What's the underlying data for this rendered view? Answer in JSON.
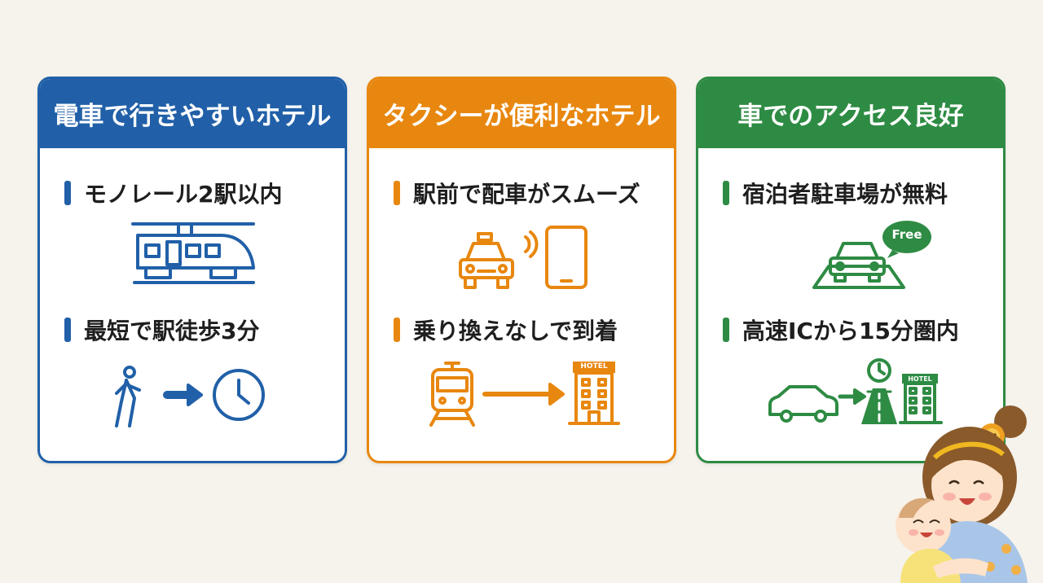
{
  "colors": {
    "blue": "#2160a8",
    "orange": "#e8870f",
    "green": "#2e8b43",
    "text": "#1e1e1e",
    "background": "#f6f3ec"
  },
  "cards": [
    {
      "title": "電車で行きやすいホテル",
      "items": [
        {
          "label": "モノレール2駅以内",
          "icon": "monorail-icon"
        },
        {
          "label": "最短で駅徒歩3分",
          "icon": "walk-to-clock-icon"
        }
      ]
    },
    {
      "title": "タクシーが便利なホテル",
      "items": [
        {
          "label": "駅前で配車がスムーズ",
          "icon": "taxi-smartphone-icon"
        },
        {
          "label": "乗り換えなしで到着",
          "icon": "train-to-hotel-icon"
        }
      ]
    },
    {
      "title": "車でのアクセス良好",
      "items": [
        {
          "label": "宿泊者駐車場が無料",
          "icon": "free-parking-icon",
          "badge": "Free"
        },
        {
          "label": "高速ICから15分圏内",
          "icon": "car-highway-hotel-icon"
        }
      ]
    }
  ],
  "hotel_sign": "HOTEL",
  "mascot": "mother-baby-illustration"
}
